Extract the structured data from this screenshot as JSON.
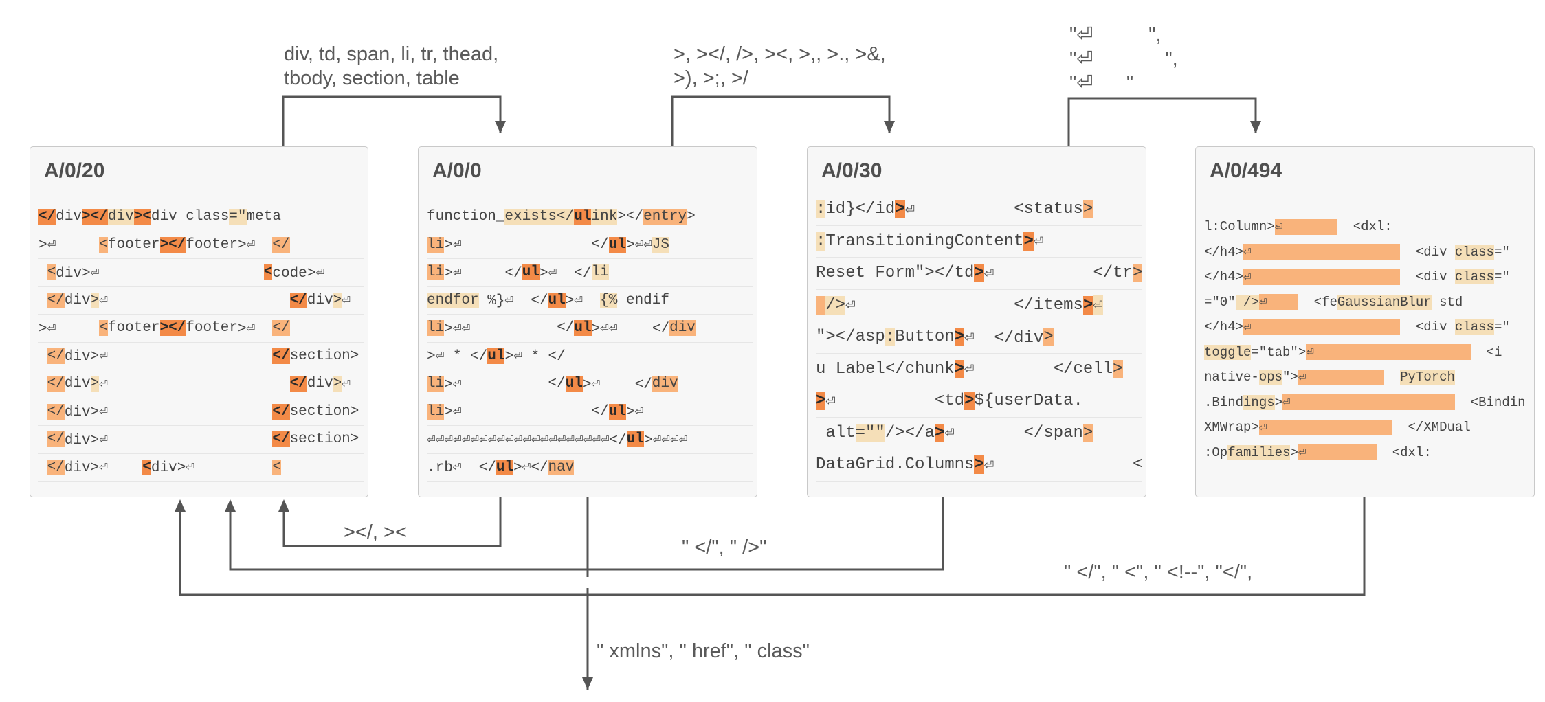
{
  "panels": [
    {
      "id": "A/0/20",
      "rows": [
        [
          [
            "</",
            3
          ],
          [
            "div",
            0
          ],
          [
            "></",
            3
          ],
          [
            "div",
            1
          ],
          [
            "><",
            3
          ],
          [
            "div class",
            0
          ],
          [
            "=\"",
            1
          ],
          [
            "meta",
            0
          ]
        ],
        [
          [
            ">⏎     ",
            0
          ],
          [
            "<",
            2
          ],
          [
            "footer",
            0
          ],
          [
            "></",
            3
          ],
          [
            "footer",
            0
          ],
          [
            ">⏎  ",
            0
          ],
          [
            "</",
            2
          ]
        ],
        [
          [
            " ",
            0
          ],
          [
            "<",
            2
          ],
          [
            "div>⏎",
            0
          ],
          [
            "                   ",
            0
          ],
          [
            "<",
            3
          ],
          [
            "code>⏎",
            0
          ]
        ],
        [
          [
            " ",
            0
          ],
          [
            "</",
            2
          ],
          [
            "div",
            0
          ],
          [
            ">",
            1
          ],
          [
            "⏎",
            0
          ],
          [
            "                     ",
            0
          ],
          [
            "</",
            3
          ],
          [
            "div",
            0
          ],
          [
            ">",
            1
          ],
          [
            "⏎",
            0
          ]
        ],
        [
          [
            ">⏎     ",
            0
          ],
          [
            "<",
            2
          ],
          [
            "footer",
            0
          ],
          [
            "></",
            3
          ],
          [
            "footer",
            0
          ],
          [
            ">⏎  ",
            0
          ],
          [
            "</",
            2
          ]
        ],
        [
          [
            " ",
            0
          ],
          [
            "</",
            2
          ],
          [
            "div>⏎",
            0
          ],
          [
            "                   ",
            0
          ],
          [
            "</",
            3
          ],
          [
            "section>",
            0
          ]
        ],
        [
          [
            " ",
            0
          ],
          [
            "</",
            2
          ],
          [
            "div",
            0
          ],
          [
            ">",
            1
          ],
          [
            "⏎",
            0
          ],
          [
            "                     ",
            0
          ],
          [
            "</",
            3
          ],
          [
            "div",
            0
          ],
          [
            ">",
            1
          ],
          [
            "⏎",
            0
          ]
        ],
        [
          [
            " ",
            0
          ],
          [
            "</",
            2
          ],
          [
            "div>⏎",
            0
          ],
          [
            "                   ",
            0
          ],
          [
            "</",
            3
          ],
          [
            "section>",
            0
          ]
        ],
        [
          [
            " ",
            0
          ],
          [
            "</",
            2
          ],
          [
            "div>⏎",
            0
          ],
          [
            "                   ",
            0
          ],
          [
            "</",
            3
          ],
          [
            "section>",
            0
          ]
        ],
        [
          [
            " ",
            0
          ],
          [
            "</",
            2
          ],
          [
            "div>⏎    ",
            0
          ],
          [
            "<",
            3
          ],
          [
            "div>⏎",
            0
          ],
          [
            "         ",
            0
          ],
          [
            "<",
            2
          ]
        ]
      ]
    },
    {
      "id": "A/0/0",
      "rows": [
        [
          [
            "function_",
            0
          ],
          [
            "exists",
            1
          ],
          [
            "</",
            1
          ],
          [
            "ul",
            3
          ],
          [
            "ink",
            1
          ],
          [
            "></",
            0
          ],
          [
            "entry",
            2
          ],
          [
            ">",
            0
          ]
        ],
        [
          [
            "li",
            2
          ],
          [
            ">⏎",
            0
          ],
          [
            "               ",
            0
          ],
          [
            "</",
            0
          ],
          [
            "ul",
            3
          ],
          [
            ">⏎⏎",
            0
          ],
          [
            "JS",
            1
          ]
        ],
        [
          [
            "li",
            2
          ],
          [
            ">⏎     </",
            0
          ],
          [
            "ul",
            3
          ],
          [
            ">⏎  </",
            0
          ],
          [
            "li",
            1
          ]
        ],
        [
          [
            "endfor",
            1
          ],
          [
            " %}⏎  </",
            0
          ],
          [
            "ul",
            3
          ],
          [
            ">⏎  ",
            0
          ],
          [
            "{%",
            1
          ],
          [
            " endif",
            0
          ]
        ],
        [
          [
            "li",
            2
          ],
          [
            ">⏎⏎",
            0
          ],
          [
            "          ",
            0
          ],
          [
            "</",
            0
          ],
          [
            "ul",
            3
          ],
          [
            ">⏎⏎    </",
            0
          ],
          [
            "div",
            2
          ]
        ],
        [
          [
            ">⏎ * </",
            0
          ],
          [
            "ul",
            3
          ],
          [
            ">⏎ * </",
            0
          ]
        ],
        [
          [
            "li",
            2
          ],
          [
            ">⏎",
            0
          ],
          [
            "          ",
            0
          ],
          [
            "</",
            0
          ],
          [
            "ul",
            3
          ],
          [
            ">⏎    </",
            0
          ],
          [
            "div",
            2
          ]
        ],
        [
          [
            "li",
            2
          ],
          [
            ">⏎",
            0
          ],
          [
            "               ",
            0
          ],
          [
            "</",
            0
          ],
          [
            "ul",
            3
          ],
          [
            ">⏎",
            0
          ]
        ],
        [
          [
            "⏎⏎⏎⏎⏎⏎⏎⏎⏎⏎⏎⏎⏎⏎⏎⏎⏎⏎⏎⏎⏎</",
            0
          ],
          [
            "ul",
            3
          ],
          [
            ">⏎⏎⏎⏎",
            0
          ]
        ],
        [
          [
            ".rb⏎  </",
            0
          ],
          [
            "ul",
            3
          ],
          [
            ">⏎</",
            0
          ],
          [
            "nav",
            2
          ]
        ]
      ]
    },
    {
      "id": "A/0/30",
      "rows": [
        [
          [
            ":",
            1
          ],
          [
            "id}</id",
            0
          ],
          [
            ">",
            3
          ],
          [
            "⏎",
            0
          ],
          [
            "          ",
            0
          ],
          [
            "<status",
            0
          ],
          [
            ">",
            2
          ]
        ],
        [
          [
            ":",
            1
          ],
          [
            "TransitioningContent",
            0
          ],
          [
            ">",
            3
          ],
          [
            "⏎",
            0
          ]
        ],
        [
          [
            "Reset Form\"></td",
            0
          ],
          [
            ">",
            3
          ],
          [
            "⏎",
            0
          ],
          [
            "          ",
            0
          ],
          [
            "</tr",
            0
          ],
          [
            ">",
            2
          ]
        ],
        [
          [
            " ",
            2
          ],
          [
            "/>",
            1
          ],
          [
            "⏎",
            0
          ],
          [
            "                ",
            0
          ],
          [
            "</items",
            0
          ],
          [
            ">",
            3
          ],
          [
            "⏎",
            1
          ]
        ],
        [
          [
            "\"></asp",
            0
          ],
          [
            ":",
            1
          ],
          [
            "Button",
            0
          ],
          [
            ">",
            3
          ],
          [
            "⏎  </div",
            0
          ],
          [
            ">",
            2
          ]
        ],
        [
          [
            "u Label</chunk",
            0
          ],
          [
            ">",
            3
          ],
          [
            "⏎",
            0
          ],
          [
            "        ",
            0
          ],
          [
            "</cell",
            0
          ],
          [
            ">",
            2
          ]
        ],
        [
          [
            ">",
            3
          ],
          [
            "⏎",
            0
          ],
          [
            "          ",
            0
          ],
          [
            "<td",
            0
          ],
          [
            ">",
            3
          ],
          [
            "${userData.",
            0
          ]
        ],
        [
          [
            " alt",
            0
          ],
          [
            "=\"\"",
            1
          ],
          [
            "/></a",
            0
          ],
          [
            ">",
            3
          ],
          [
            "⏎",
            0
          ],
          [
            "       ",
            0
          ],
          [
            "</span",
            0
          ],
          [
            ">",
            2
          ]
        ],
        [
          [
            "DataGrid.Columns",
            0
          ],
          [
            ">",
            3
          ],
          [
            "⏎",
            0
          ],
          [
            "              ",
            0
          ],
          [
            "</",
            0
          ]
        ]
      ]
    },
    {
      "id": "A/0/494",
      "rows": [
        [
          [
            "l:Column>",
            0
          ],
          [
            "⏎       ",
            2
          ],
          [
            "  <dxl:",
            0
          ]
        ],
        [
          [
            "</h4>",
            0
          ],
          [
            "⏎                   ",
            2
          ],
          [
            "  <div ",
            0
          ],
          [
            "class",
            1
          ],
          [
            "=\"",
            0
          ]
        ],
        [
          [
            "</h4>",
            0
          ],
          [
            "⏎                   ",
            2
          ],
          [
            "  <div ",
            0
          ],
          [
            "class",
            1
          ],
          [
            "=\"",
            0
          ]
        ],
        [
          [
            "=\"0\"",
            0
          ],
          [
            " />",
            1
          ],
          [
            "⏎    ",
            2
          ],
          [
            "  <fe",
            0
          ],
          [
            "GaussianBlur",
            1
          ],
          [
            " std",
            0
          ]
        ],
        [
          [
            "</h4>",
            0
          ],
          [
            "⏎                   ",
            2
          ],
          [
            "  <div ",
            0
          ],
          [
            "class",
            1
          ],
          [
            "=\"",
            0
          ]
        ],
        [
          [
            "toggle",
            1
          ],
          [
            "=\"tab\">",
            0
          ],
          [
            "⏎                    ",
            2
          ],
          [
            "  <i",
            0
          ]
        ],
        [
          [
            "native-",
            0
          ],
          [
            "ops",
            1
          ],
          [
            "\">",
            0
          ],
          [
            "⏎          ",
            2
          ],
          [
            "  ",
            0
          ],
          [
            "PyTorch",
            1
          ]
        ],
        [
          [
            ".Bind",
            0
          ],
          [
            "ings",
            1
          ],
          [
            ">",
            0
          ],
          [
            "⏎                     ",
            2
          ],
          [
            "  <Bindin",
            0
          ]
        ],
        [
          [
            "XMWrap>",
            0
          ],
          [
            "⏎                ",
            2
          ],
          [
            "  </XMDual",
            0
          ]
        ],
        [
          [
            ":Op",
            0
          ],
          [
            "families",
            1
          ],
          [
            ">",
            0
          ],
          [
            "⏎         ",
            2
          ],
          [
            "  <dxl:",
            0
          ]
        ]
      ]
    }
  ],
  "edges": {
    "top_1": "div, td, span, li, tr, thead,\ntbody, section, table",
    "top_2": ">, ></, />, ><, >,, >., >&,\n>), >;, >/",
    "top_3": "\"⏎          \",\n\"⏎             \",\n\"⏎      \"",
    "bottom_1": "></, ><",
    "bottom_2": "\" </\", \" />\"",
    "bottom_3": "\" </\", \" <\", \" <!--\", \"</\",",
    "down_out": "\" xmlns\", \" href\", \" class\""
  },
  "colors": {
    "highlight_light": "#f5dfb8",
    "highlight_mid": "#f9b37b",
    "highlight_strong": "#f38a47",
    "line": "#555555",
    "panel_bg": "#f7f7f7"
  }
}
